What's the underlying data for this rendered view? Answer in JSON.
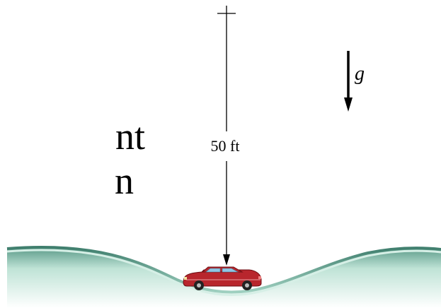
{
  "side_text": {
    "line1": "nt",
    "line2": "n"
  },
  "dimension": {
    "label": "50 ft"
  },
  "gravity": {
    "label": "g"
  },
  "colors": {
    "hill_top": "#5a9a88",
    "hill_mid": "#bfe3d6",
    "hill_bottom": "#ffffff",
    "car_body": "#b8262d",
    "car_window": "#8fc7e4",
    "ink": "#000000"
  },
  "icons": {
    "car": "car-icon",
    "gravity_arrow": "down-arrow-icon"
  }
}
